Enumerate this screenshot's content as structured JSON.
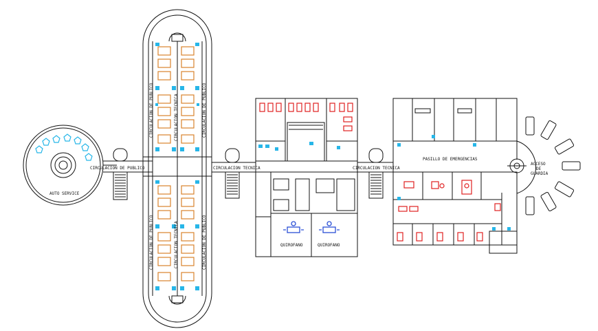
{
  "drawing": {
    "labels": {
      "auto_service": "AUTO SERVICE",
      "circ_publico_main": "CIRCULACION DE PUBLICO",
      "circ_publico_upper": "CIRCULACION DE PUBLICO",
      "circ_tecnica_upper": "CIRCULACION TECNICA",
      "circ_publico_upper_right": "CIRCULACION DE PUBLICO",
      "circ_publico_lower": "CIRCULACION DE PUBLICO",
      "circ_tecnica_lower": "CIRCULACION TECNICA",
      "circ_publico_lower_right": "CIRCULACION DE PUBLICO",
      "circ_tecnica_1": "CIRCULACION TECNICA",
      "circ_tecnica_2": "CIRCULACION TECNICA",
      "quirofano_1": "QUIROFANO",
      "quirofano_2": "QUIROFANO",
      "pasillo": "PASILLO DE EMERGENCIAS",
      "acceso_1": "ACCESO",
      "acceso_2": "DE",
      "acceso_3": "GUARDIA"
    }
  },
  "colors": {
    "line": "#111111",
    "bed_orange": "#d9822b",
    "fixture_cyan": "#27b6e8",
    "equipment_red": "#e02020",
    "surgery_blue": "#2a4fd6",
    "fill_white": "#ffffff"
  }
}
